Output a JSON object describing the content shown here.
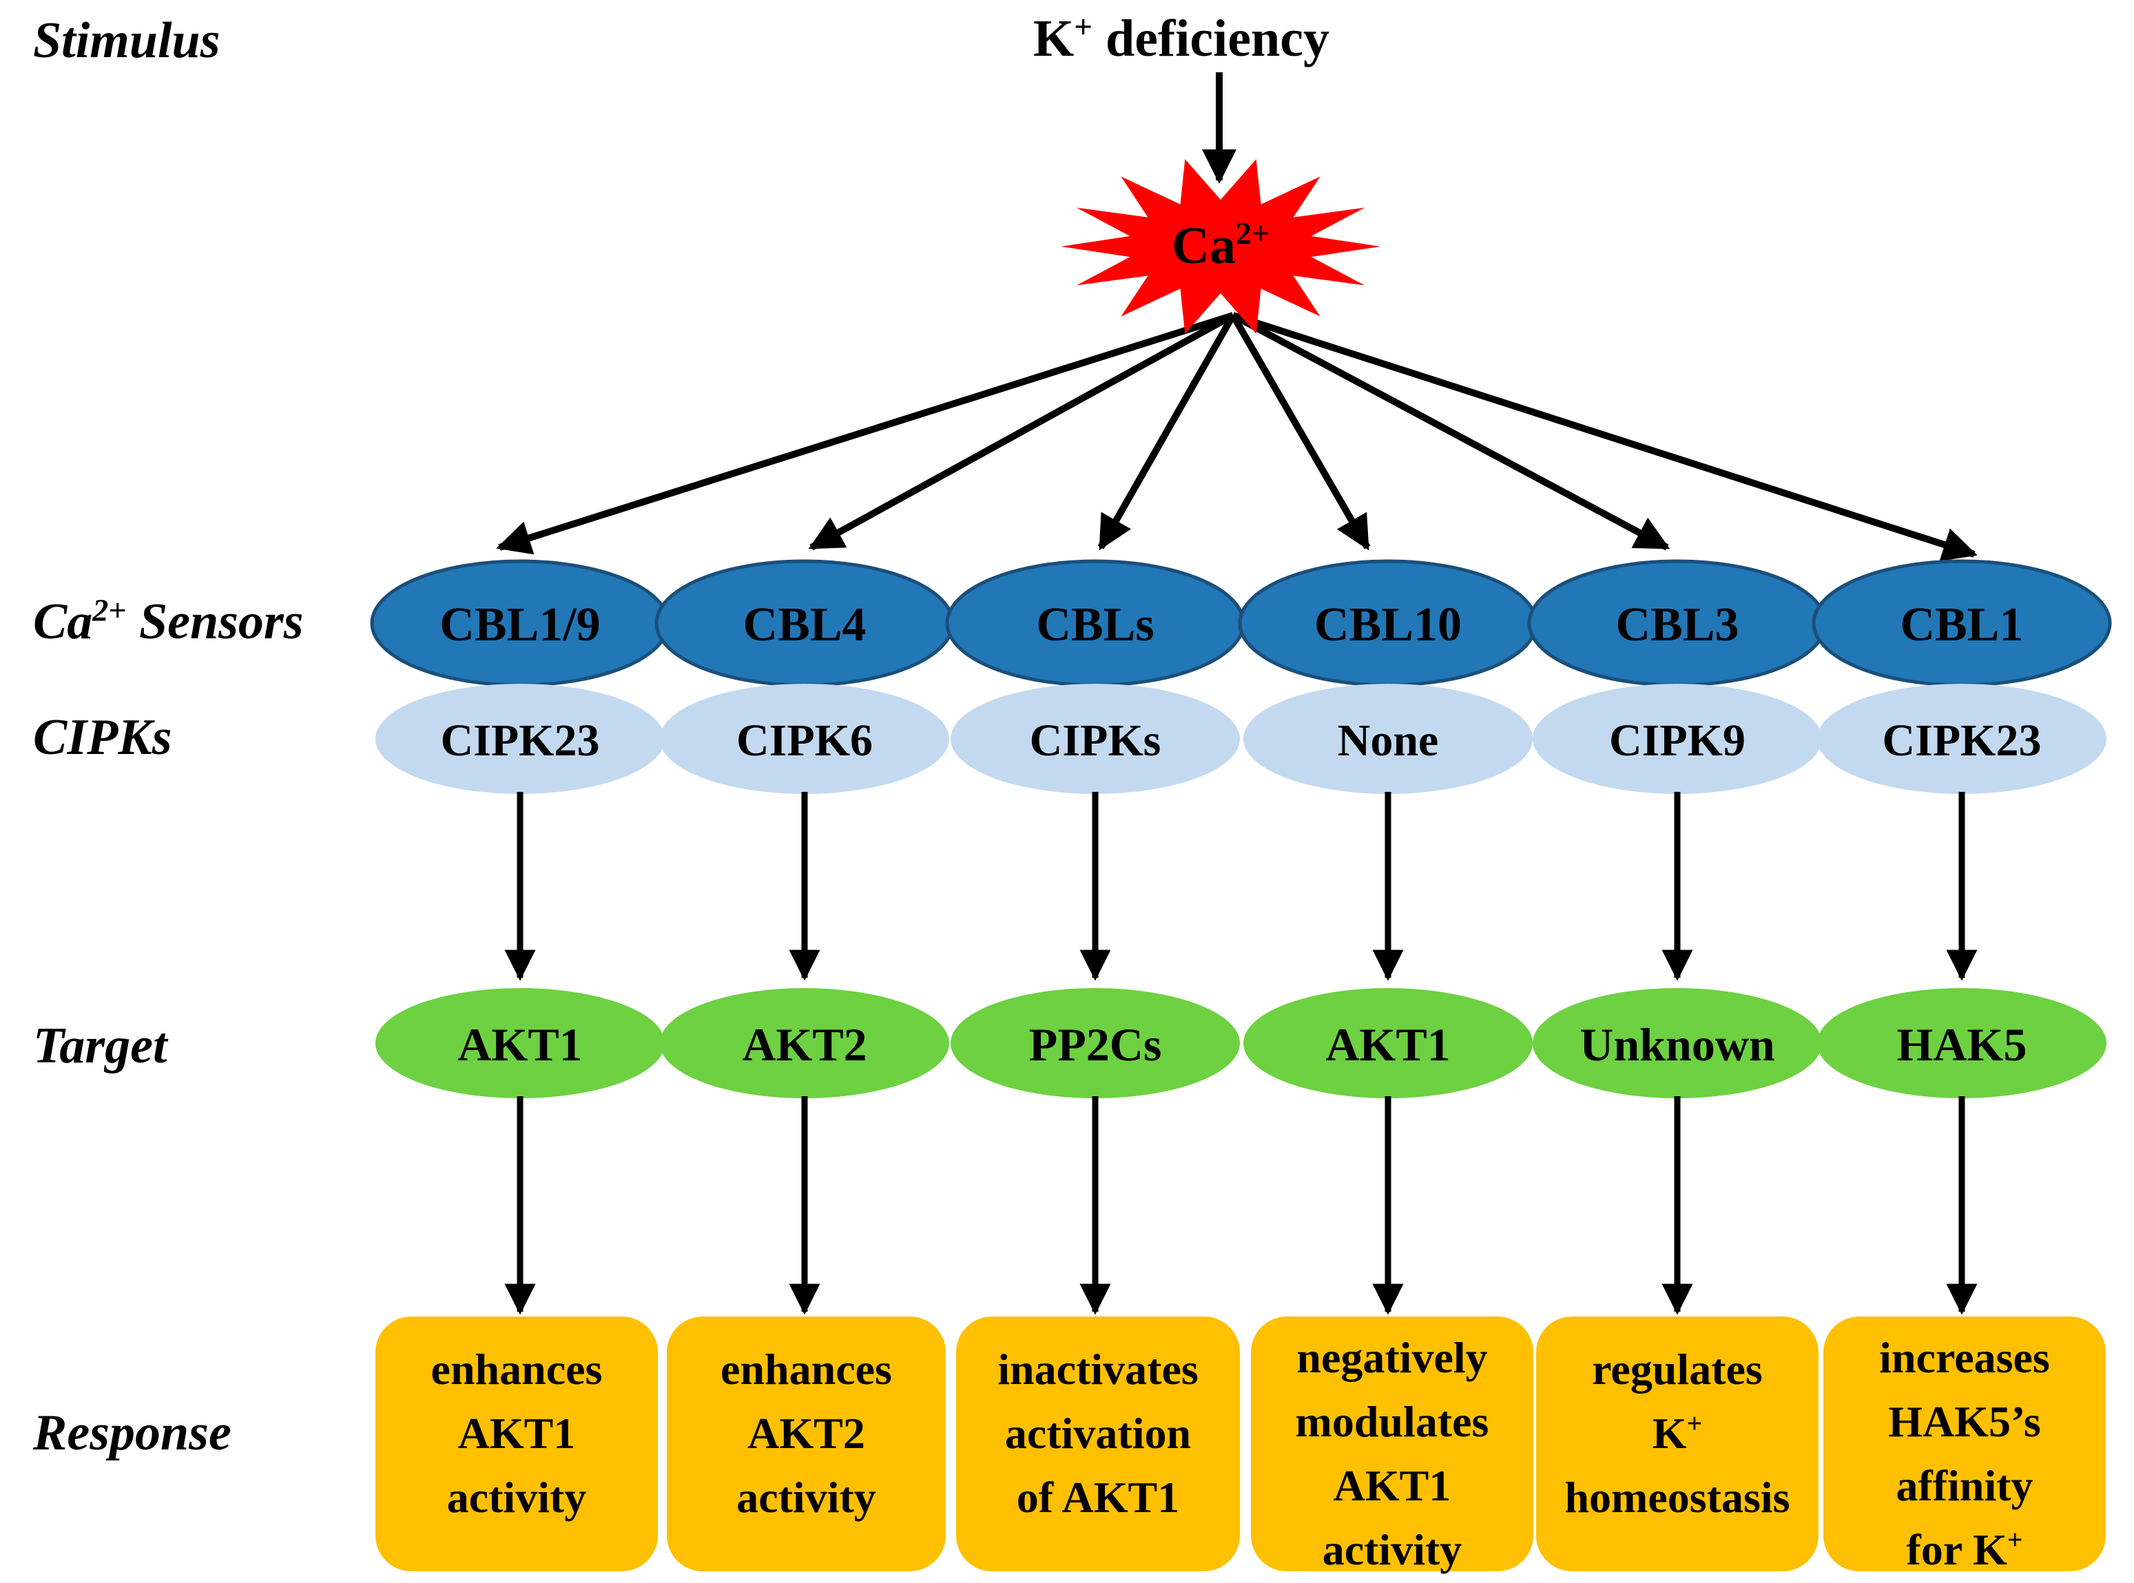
{
  "labels": {
    "stimulus": "Stimulus",
    "sensors_pre": "Ca",
    "sensors_sup": "2+",
    "sensors_post": " Sensors",
    "cipks": "CIPKs",
    "target": "Target",
    "response": "Response"
  },
  "stimulus": {
    "pre": "K",
    "sup": "+",
    "post": " deficiency"
  },
  "calcium": {
    "pre": "Ca",
    "sup": "2+"
  },
  "colors": {
    "sensor_fill": "#2277b6",
    "sensor_stroke": "#1a4f7a",
    "cipk_fill": "#c3d9ef",
    "target_fill": "#6dd142",
    "response_fill": "#fec000",
    "burst_fill": "#ff0000",
    "arrow": "#000000"
  },
  "pathways": [
    {
      "sensor": "CBL1/9",
      "cipk": "CIPK23",
      "target": "AKT1",
      "response": [
        "enhances",
        "AKT1",
        "activity"
      ]
    },
    {
      "sensor": "CBL4",
      "cipk": "CIPK6",
      "target": "AKT2",
      "response": [
        "enhances",
        "AKT2",
        "activity"
      ]
    },
    {
      "sensor": "CBLs",
      "cipk": "CIPKs",
      "target": "PP2Cs",
      "response": [
        "inactivates",
        "activation",
        "of AKT1"
      ]
    },
    {
      "sensor": "CBL10",
      "cipk": "None",
      "target": "AKT1",
      "response": [
        "negatively",
        "modulates",
        "AKT1",
        "activity"
      ]
    },
    {
      "sensor": "CBL3",
      "cipk": "CIPK9",
      "target": "Unknown",
      "response": [
        "regulates",
        "K+",
        "homeostasis"
      ]
    },
    {
      "sensor": "CBL1",
      "cipk": "CIPK23",
      "target": "HAK5",
      "response": [
        "increases",
        "HAK5’s",
        "affinity",
        "for K+"
      ]
    }
  ]
}
